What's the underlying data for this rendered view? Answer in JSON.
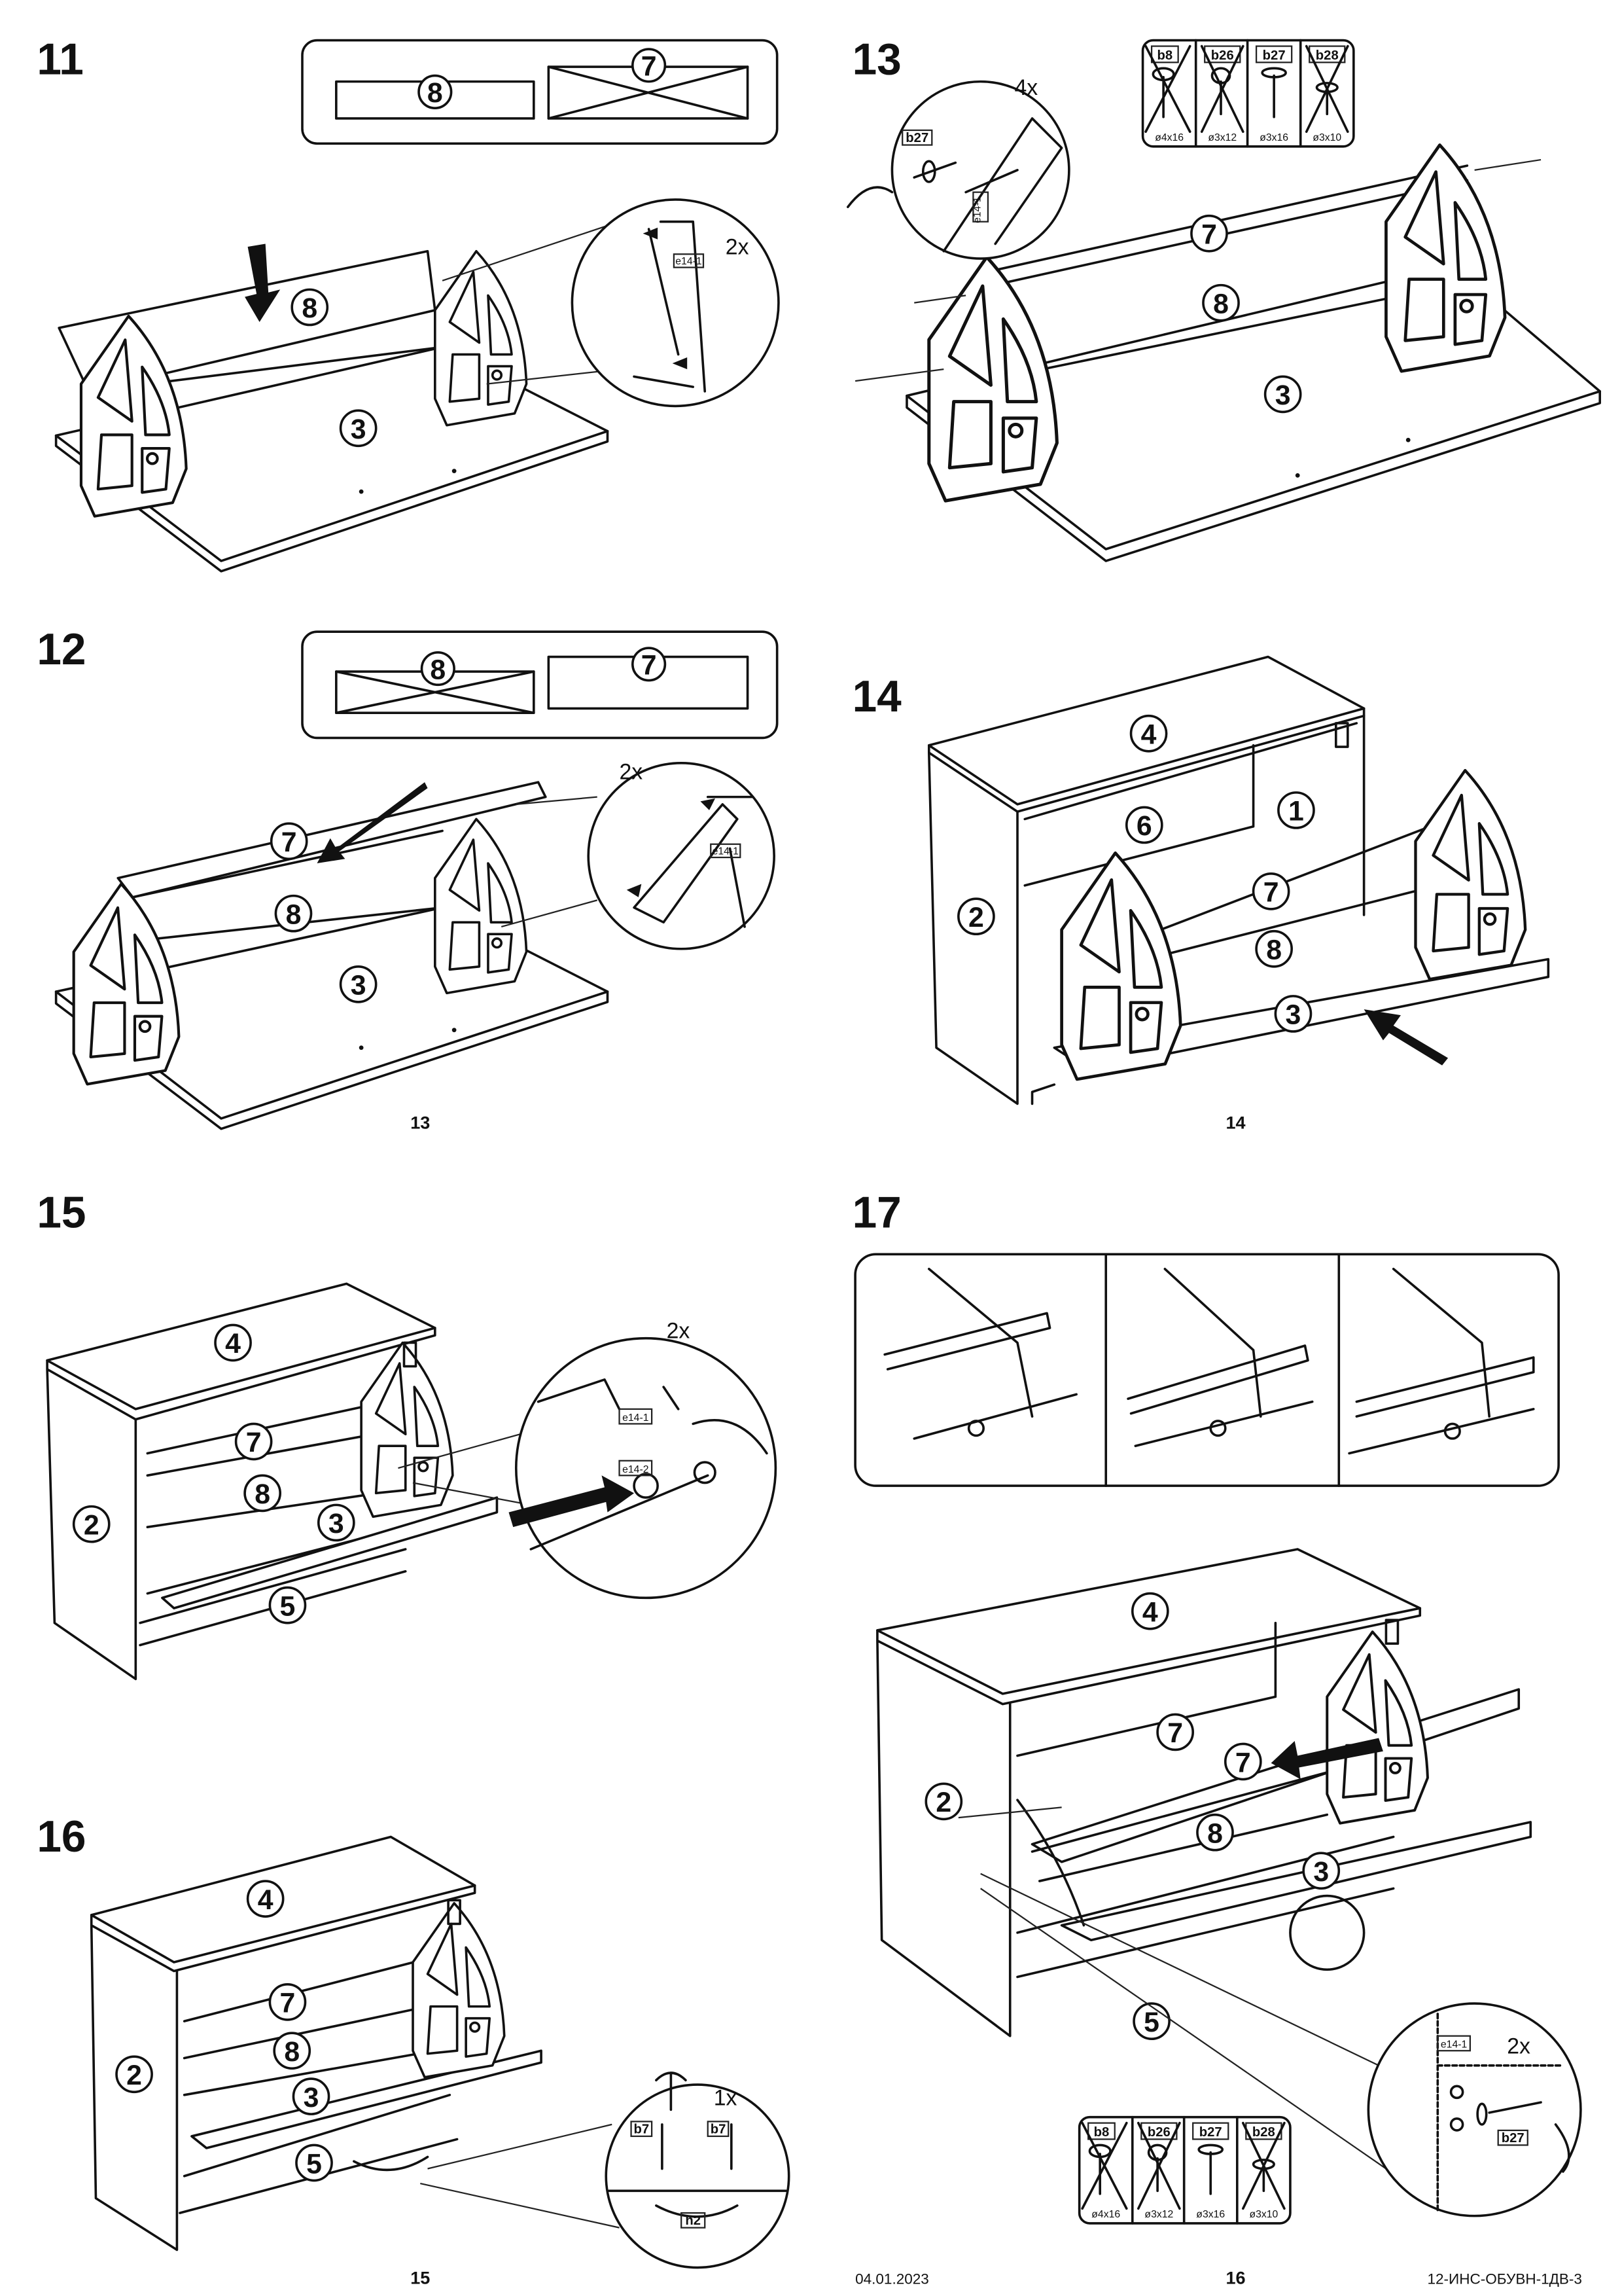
{
  "steps": {
    "s11": {
      "number": "11",
      "parts": {
        "p8": "8",
        "p3": "3",
        "opt_selected": "8",
        "opt_crossed": "7"
      },
      "hardware": "e14-1",
      "count": "2x"
    },
    "s12": {
      "number": "12",
      "parts": {
        "p7": "7",
        "p8": "8",
        "p3": "3",
        "opt_crossed": "8",
        "opt_selected": "7"
      },
      "hardware": "e14-1",
      "count": "2x"
    },
    "s13": {
      "number": "13",
      "parts": {
        "p7": "7",
        "p8": "8",
        "p3": "3"
      },
      "hardware": [
        "b27",
        "e14-1"
      ],
      "count": "4x"
    },
    "s14": {
      "number": "14",
      "parts": {
        "p4": "4",
        "p6": "6",
        "p1": "1",
        "p2": "2",
        "p7": "7",
        "p8": "8",
        "p3": "3"
      }
    },
    "s15": {
      "number": "15",
      "parts": {
        "p4": "4",
        "p7": "7",
        "p8": "8",
        "p3": "3",
        "p2": "2",
        "p5": "5"
      },
      "hardware": [
        "e14-1",
        "e14-2"
      ],
      "count": "2x"
    },
    "s16": {
      "number": "16",
      "parts": {
        "p4": "4",
        "p7": "7",
        "p8": "8",
        "p3": "3",
        "p2": "2",
        "p5": "5"
      },
      "hardware": [
        "b7",
        "b7",
        "h2"
      ],
      "count": "1x"
    },
    "s17": {
      "number": "17",
      "parts": {
        "p4": "4",
        "p7a": "7",
        "p7b": "7",
        "p8": "8",
        "p3": "3",
        "p2": "2",
        "p5": "5"
      },
      "hardware": [
        "e14-1",
        "b27"
      ],
      "count": "2x"
    }
  },
  "screw_legend": [
    {
      "code": "b8",
      "size": "ø4x16",
      "crossed": true
    },
    {
      "code": "b26",
      "size": "ø3x12",
      "crossed": true
    },
    {
      "code": "b27",
      "size": "ø3x16",
      "crossed": false
    },
    {
      "code": "b28",
      "size": "ø3x10",
      "crossed": true
    }
  ],
  "page_numbers": {
    "left_top": "13",
    "right_top": "14",
    "left_bottom": "15",
    "right_bottom": "16"
  },
  "footer": {
    "date": "04.01.2023",
    "doc_code": "12-ИНС-ОБУВН-1ДВ-3"
  }
}
